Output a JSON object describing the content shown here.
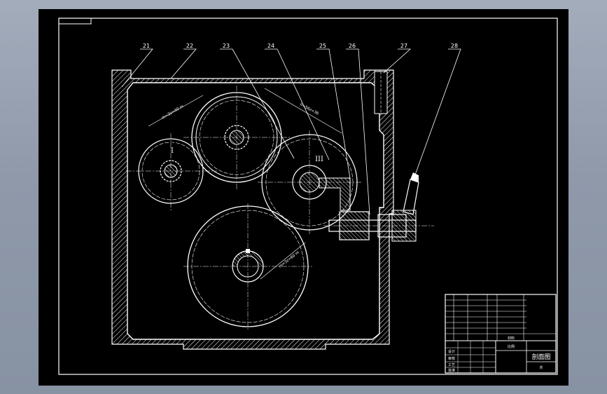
{
  "drawing": {
    "callouts": [
      "21",
      "22",
      "23",
      "24",
      "25",
      "26",
      "27",
      "28"
    ],
    "shaft_marks": {
      "shaft_1": "I",
      "shaft_3": "III"
    },
    "dimensions": {
      "gear_upper_left": "m=3z=40 m",
      "gear_right": "h=56z=36",
      "gear_bottom": "m=3z=60 m"
    },
    "title_block": {
      "drawing_title": "剖面图",
      "scale_label": "比例",
      "sheet_note": "共",
      "material_cell": "材料",
      "approval_cells": [
        "设计",
        "审核",
        "工艺",
        "批准"
      ]
    }
  },
  "colors": {
    "paper": "#000000",
    "line": "#ffffff",
    "frame_bg": "#8f9aab"
  }
}
